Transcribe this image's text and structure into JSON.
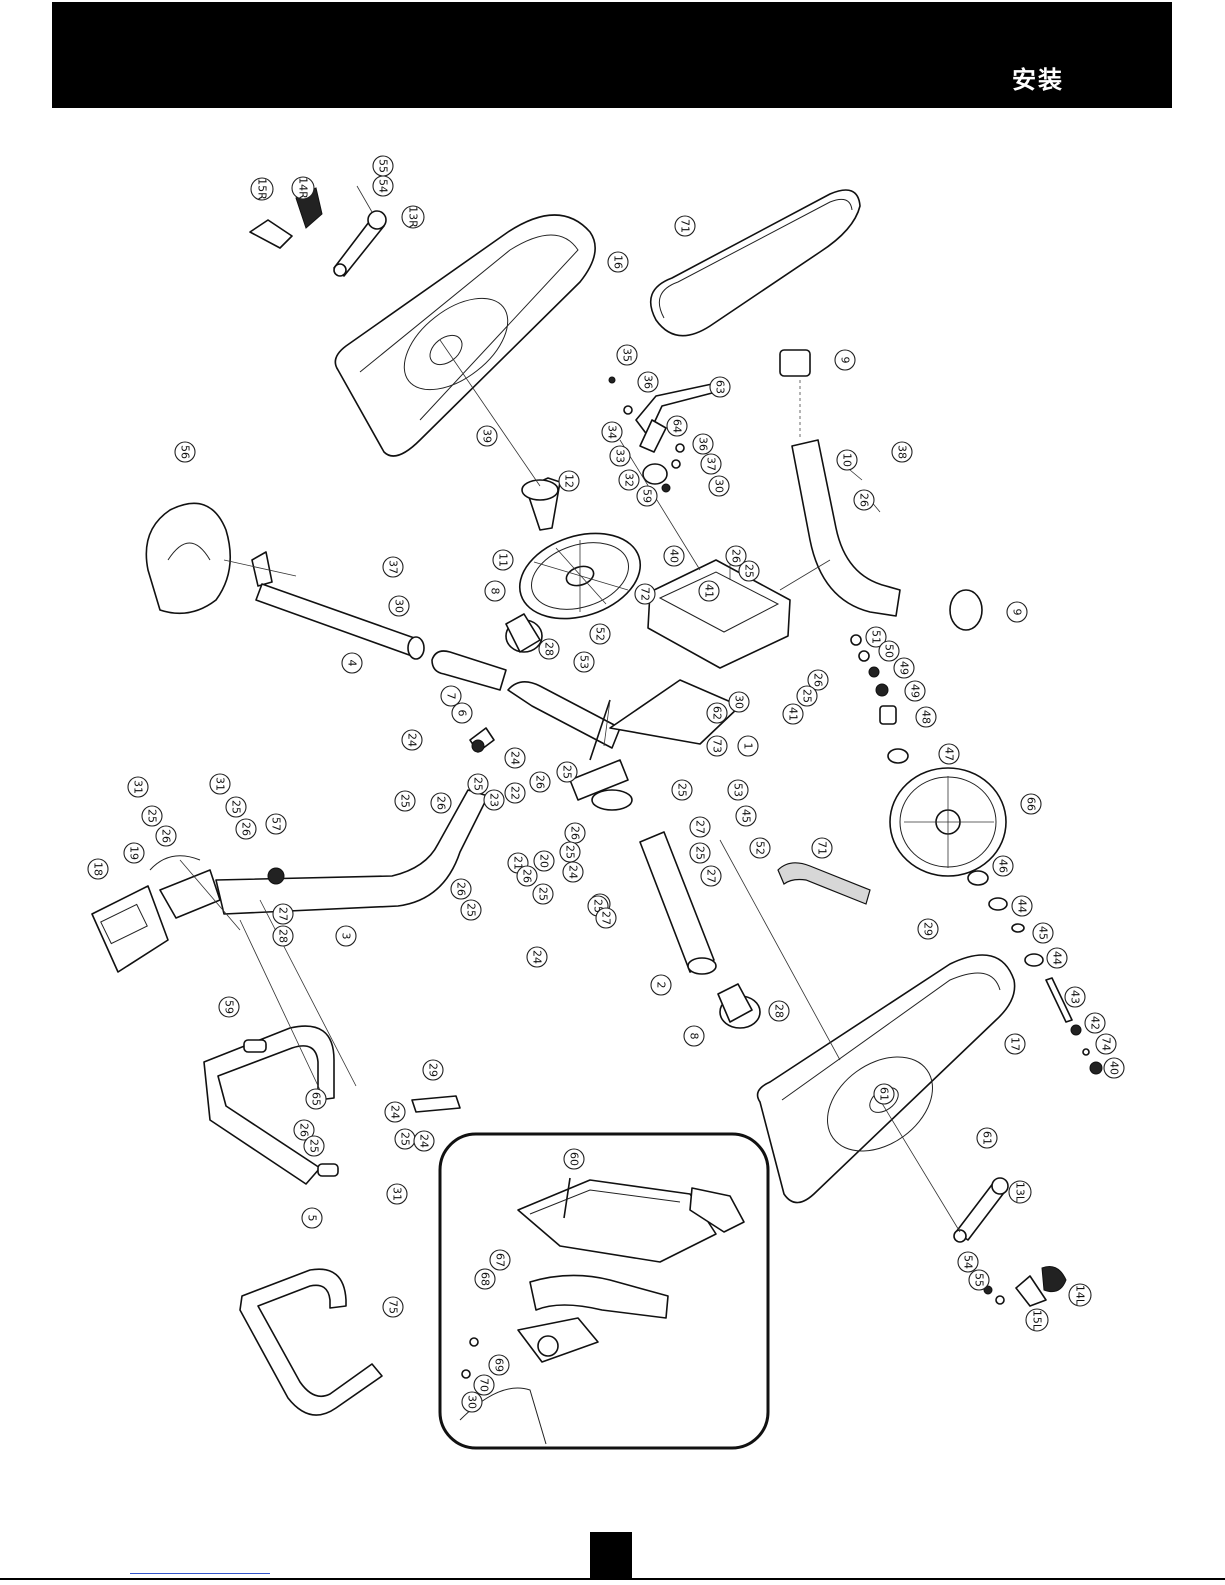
{
  "header": {
    "title": "安装"
  },
  "diagram": {
    "callouts": [
      {
        "id": "c55a",
        "label": "55"
      },
      {
        "id": "c54a",
        "label": "54"
      },
      {
        "id": "c13R",
        "label": "13R"
      },
      {
        "id": "c14R",
        "label": "14R"
      },
      {
        "id": "c15R",
        "label": "15R"
      },
      {
        "id": "c16",
        "label": "16"
      },
      {
        "id": "c71a",
        "label": "71"
      },
      {
        "id": "c9a",
        "label": "9"
      },
      {
        "id": "c35",
        "label": "35"
      },
      {
        "id": "c36a",
        "label": "36"
      },
      {
        "id": "c63",
        "label": "63"
      },
      {
        "id": "c34",
        "label": "34"
      },
      {
        "id": "c64",
        "label": "64"
      },
      {
        "id": "c36b",
        "label": "36"
      },
      {
        "id": "c33",
        "label": "33"
      },
      {
        "id": "c37a",
        "label": "37"
      },
      {
        "id": "c32",
        "label": "32"
      },
      {
        "id": "c30a",
        "label": "30"
      },
      {
        "id": "c59a",
        "label": "59"
      },
      {
        "id": "c39",
        "label": "39"
      },
      {
        "id": "c12",
        "label": "12"
      },
      {
        "id": "c10",
        "label": "10"
      },
      {
        "id": "c38",
        "label": "38"
      },
      {
        "id": "c26a",
        "label": "26"
      },
      {
        "id": "c56",
        "label": "56"
      },
      {
        "id": "c37b",
        "label": "37"
      },
      {
        "id": "c30b",
        "label": "30"
      },
      {
        "id": "c11",
        "label": "11"
      },
      {
        "id": "c72",
        "label": "72"
      },
      {
        "id": "c40a",
        "label": "40"
      },
      {
        "id": "c41a",
        "label": "41"
      },
      {
        "id": "c25a",
        "label": "25"
      },
      {
        "id": "c26b",
        "label": "26"
      },
      {
        "id": "c9b",
        "label": "9"
      },
      {
        "id": "c8a",
        "label": "8"
      },
      {
        "id": "c28a",
        "label": "28"
      },
      {
        "id": "c52a",
        "label": "52"
      },
      {
        "id": "c53a",
        "label": "53"
      },
      {
        "id": "c51",
        "label": "51"
      },
      {
        "id": "c50",
        "label": "50"
      },
      {
        "id": "c49a",
        "label": "49"
      },
      {
        "id": "c49b",
        "label": "49"
      },
      {
        "id": "c48",
        "label": "48"
      },
      {
        "id": "c4",
        "label": "4"
      },
      {
        "id": "c7",
        "label": "7"
      },
      {
        "id": "c6",
        "label": "6"
      },
      {
        "id": "c62",
        "label": "62"
      },
      {
        "id": "c30c",
        "label": "30"
      },
      {
        "id": "c26c",
        "label": "26"
      },
      {
        "id": "c25b",
        "label": "25"
      },
      {
        "id": "c41b",
        "label": "41"
      },
      {
        "id": "c73",
        "label": "73"
      },
      {
        "id": "c1",
        "label": "1"
      },
      {
        "id": "c47",
        "label": "47"
      },
      {
        "id": "c24a",
        "label": "24"
      },
      {
        "id": "c24b",
        "label": "24"
      },
      {
        "id": "c25c",
        "label": "25"
      },
      {
        "id": "c26d",
        "label": "26"
      },
      {
        "id": "c25d",
        "label": "25"
      },
      {
        "id": "c25e",
        "label": "25"
      },
      {
        "id": "c26e",
        "label": "26"
      },
      {
        "id": "c23",
        "label": "23"
      },
      {
        "id": "c22",
        "label": "22"
      },
      {
        "id": "c31a",
        "label": "31"
      },
      {
        "id": "c31b",
        "label": "31"
      },
      {
        "id": "c25f",
        "label": "25"
      },
      {
        "id": "c25g",
        "label": "25"
      },
      {
        "id": "c26f",
        "label": "26"
      },
      {
        "id": "c26g",
        "label": "26"
      },
      {
        "id": "c57",
        "label": "57"
      },
      {
        "id": "c25h",
        "label": "25"
      },
      {
        "id": "c53b",
        "label": "53"
      },
      {
        "id": "c27a",
        "label": "27"
      },
      {
        "id": "c45a",
        "label": "45"
      },
      {
        "id": "c66",
        "label": "66"
      },
      {
        "id": "c26h",
        "label": "26"
      },
      {
        "id": "c25i",
        "label": "25"
      },
      {
        "id": "c24c",
        "label": "24"
      },
      {
        "id": "c21",
        "label": "21"
      },
      {
        "id": "c20",
        "label": "20"
      },
      {
        "id": "c26i",
        "label": "26"
      },
      {
        "id": "c25j",
        "label": "25"
      },
      {
        "id": "c52b",
        "label": "52"
      },
      {
        "id": "c71b",
        "label": "71"
      },
      {
        "id": "c25k",
        "label": "25"
      },
      {
        "id": "c27b",
        "label": "27"
      },
      {
        "id": "c46",
        "label": "46"
      },
      {
        "id": "c18",
        "label": "18"
      },
      {
        "id": "c19",
        "label": "19"
      },
      {
        "id": "c3",
        "label": "3"
      },
      {
        "id": "c26j",
        "label": "26"
      },
      {
        "id": "c25l",
        "label": "25"
      },
      {
        "id": "c25m",
        "label": "25"
      },
      {
        "id": "c24d",
        "label": "24"
      },
      {
        "id": "c27c",
        "label": "27"
      },
      {
        "id": "c28b",
        "label": "28"
      },
      {
        "id": "c25n",
        "label": "25"
      },
      {
        "id": "c27d",
        "label": "27"
      },
      {
        "id": "c29a",
        "label": "29"
      },
      {
        "id": "c44a",
        "label": "44"
      },
      {
        "id": "c45b",
        "label": "45"
      },
      {
        "id": "c44b",
        "label": "44"
      },
      {
        "id": "c2",
        "label": "2"
      },
      {
        "id": "c43",
        "label": "43"
      },
      {
        "id": "c8b",
        "label": "8"
      },
      {
        "id": "c28c",
        "label": "28"
      },
      {
        "id": "c42",
        "label": "42"
      },
      {
        "id": "c74",
        "label": "74"
      },
      {
        "id": "c40b",
        "label": "40"
      },
      {
        "id": "c17",
        "label": "17"
      },
      {
        "id": "c61a",
        "label": "61"
      },
      {
        "id": "c61b",
        "label": "61"
      },
      {
        "id": "c59b",
        "label": "59"
      },
      {
        "id": "c29b",
        "label": "29"
      },
      {
        "id": "c65",
        "label": "65"
      },
      {
        "id": "c26k",
        "label": "26"
      },
      {
        "id": "c24e",
        "label": "24"
      },
      {
        "id": "c25o",
        "label": "25"
      },
      {
        "id": "c25p",
        "label": "25"
      },
      {
        "id": "c24f",
        "label": "24"
      },
      {
        "id": "c31c",
        "label": "31"
      },
      {
        "id": "c5",
        "label": "5"
      },
      {
        "id": "c13L",
        "label": "13L"
      },
      {
        "id": "c54b",
        "label": "54"
      },
      {
        "id": "c55b",
        "label": "55"
      },
      {
        "id": "c14L",
        "label": "14L"
      },
      {
        "id": "c15L",
        "label": "15L"
      },
      {
        "id": "c75",
        "label": "75"
      },
      {
        "id": "c60",
        "label": "60"
      },
      {
        "id": "c67",
        "label": "67"
      },
      {
        "id": "c68",
        "label": "68"
      },
      {
        "id": "c69",
        "label": "69"
      },
      {
        "id": "c70",
        "label": "70"
      },
      {
        "id": "c30d",
        "label": "30"
      }
    ]
  }
}
